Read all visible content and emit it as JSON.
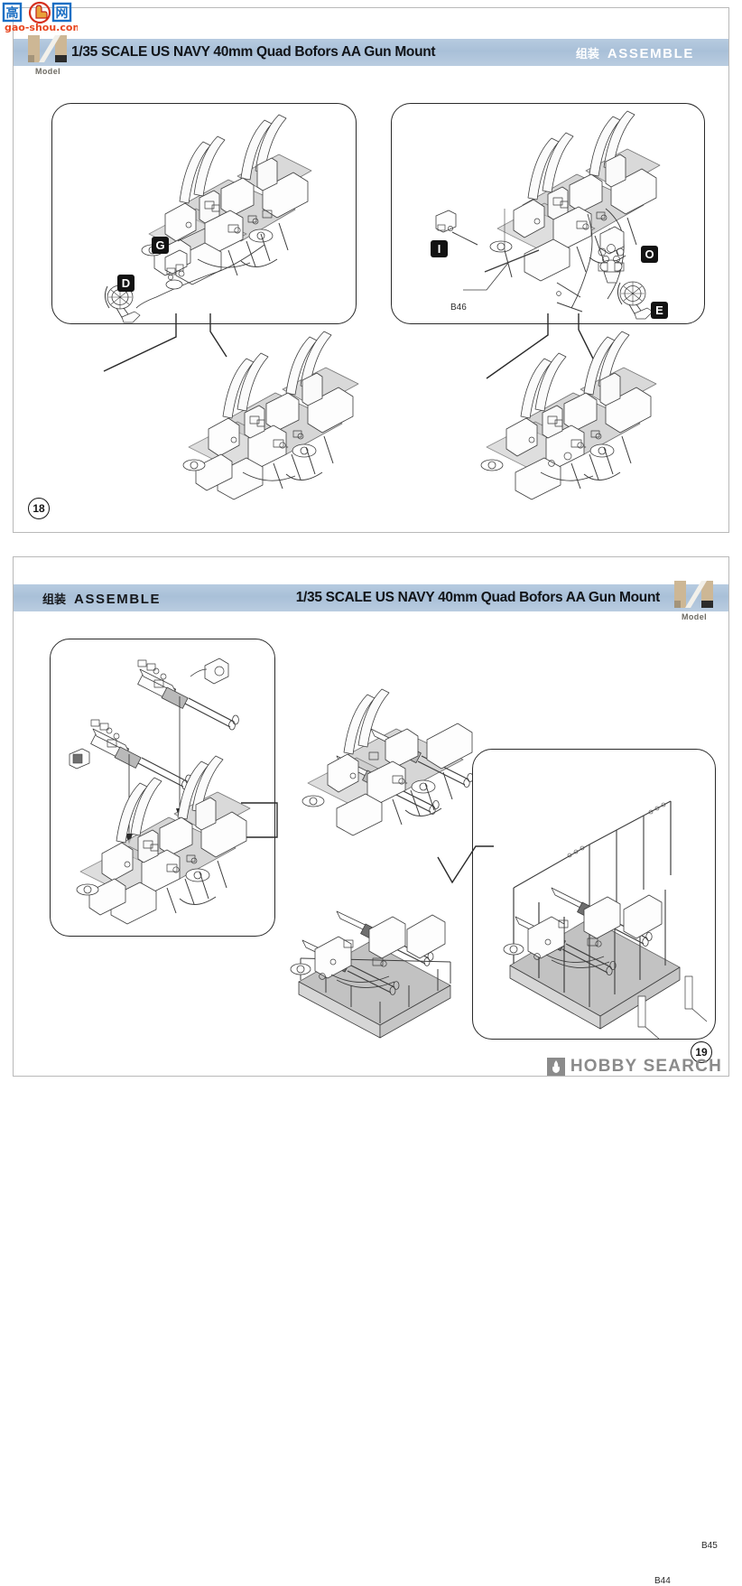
{
  "document": {
    "kit_title": "1/35 SCALE US NAVY 40mm Quad Bofors AA Gun Mount",
    "section_cn": "组装",
    "section_en": "ASSEMBLE",
    "brand_label": "Model"
  },
  "watermarks": {
    "top_left_site": "gao-shou.com",
    "top_left_cn_1": "高",
    "top_left_cn_2": "网",
    "bottom_right": "HOBBY SEARCH"
  },
  "pages": [
    {
      "number": "18",
      "header_align": "title-left",
      "panels": [
        {
          "id": "p18-left",
          "badges": [
            {
              "label": "G"
            },
            {
              "label": "D"
            }
          ],
          "part_numbers": []
        },
        {
          "id": "p18-right",
          "badges": [
            {
              "label": "I"
            },
            {
              "label": "O"
            },
            {
              "label": "E"
            }
          ],
          "part_numbers": [
            {
              "label": "B46"
            }
          ]
        }
      ]
    },
    {
      "number": "19",
      "header_align": "title-right",
      "panels": [
        {
          "id": "p19-left",
          "badges": [],
          "part_numbers": []
        },
        {
          "id": "p19-right",
          "badges": [],
          "part_numbers": [
            {
              "label": "B45"
            },
            {
              "label": "B44"
            }
          ]
        }
      ]
    }
  ],
  "colors": {
    "header_blue": "#adc4da",
    "badge_black": "#121212",
    "line_art": "#3a3a3a",
    "shade_gray": "#9a9a9a",
    "watermark_gray": "#8b8b8b",
    "logo_tan": "#c9b391"
  }
}
